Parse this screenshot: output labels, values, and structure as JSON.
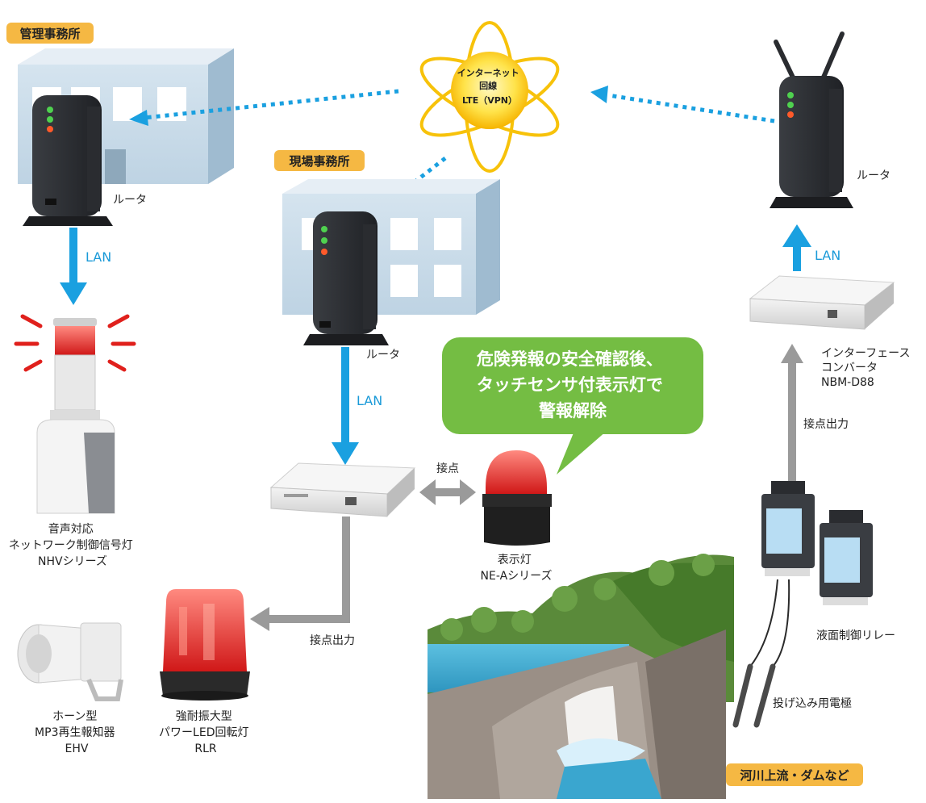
{
  "sites": {
    "management_office": "管理事務所",
    "field_office": "現場事務所",
    "river": "河川上流・ダムなど"
  },
  "internet": {
    "line1": "インターネット",
    "line2": "回線",
    "line3": "LTE（VPN）"
  },
  "router_label": "ルータ",
  "lan_label": "LAN",
  "contact_label": "接点",
  "contact_output_label": "接点出力",
  "callout": {
    "line1": "危険発報の安全確認後、",
    "line2": "タッチセンサ付表示灯で",
    "line3": "警報解除"
  },
  "devices": {
    "nhv": [
      "音声対応",
      "ネットワーク制御信号灯",
      "NHVシリーズ"
    ],
    "ehv": [
      "ホーン型",
      "MP3再生報知器",
      "EHV"
    ],
    "rlr": [
      "強耐振大型",
      "パワーLED回転灯",
      "RLR"
    ],
    "nea": [
      "表示灯",
      "NE-Aシリーズ"
    ],
    "nbm": [
      "インターフェース",
      "コンバータ",
      "NBM-D88"
    ],
    "relay": "液面制御リレー",
    "electrode": "投げ込み用電極"
  },
  "colors": {
    "badge": "#f5b843",
    "lan_arrow": "#1aa0e0",
    "contact_arrow": "#9a9a9a",
    "callout": "#74bd43",
    "sun": "#ffe04a",
    "building": "#c9dcea"
  }
}
